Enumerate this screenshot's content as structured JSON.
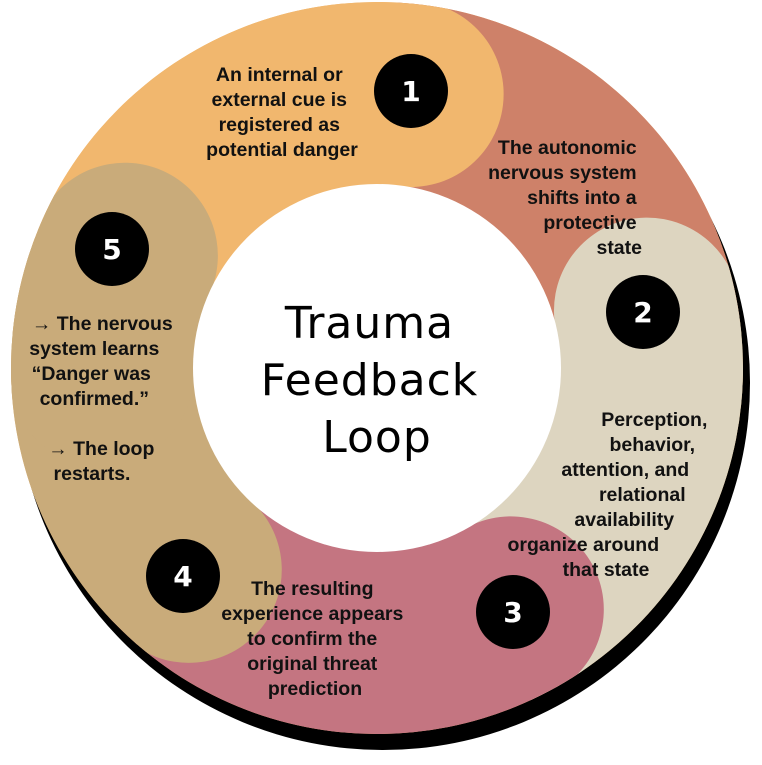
{
  "title": {
    "lines": [
      "Trauma",
      "Feedback",
      "Loop"
    ]
  },
  "colors": {
    "background": "#ffffff",
    "shadow": "#000000",
    "center": "#ffffff",
    "badge": "#000000",
    "badge_text": "#ffffff",
    "text": "#111111"
  },
  "steps": [
    {
      "number": "1",
      "color": "#F1B76E",
      "lines": [
        "An internal or",
        "external cue is",
        "registered as",
        "potential danger"
      ]
    },
    {
      "number": "2",
      "color": "#CE8169",
      "lines": [
        "The autonomic",
        "nervous system",
        "shifts into a",
        "protective",
        "state"
      ]
    },
    {
      "number": "3",
      "color": "#DDD5C0",
      "lines": [
        "Perception,",
        "behavior,",
        "attention, and",
        "relational",
        "availability",
        "organize around",
        "that state"
      ]
    },
    {
      "number": "4",
      "color": "#C47581",
      "lines": [
        "The resulting",
        "experience appears",
        "to confirm the",
        "original threat",
        "prediction"
      ]
    },
    {
      "number": "5",
      "color": "#C9AB7A",
      "lines": [
        "→ The nervous",
        "system learns",
        "“Danger was",
        "confirmed.”",
        "",
        "→ The loop",
        "restarts."
      ]
    }
  ]
}
